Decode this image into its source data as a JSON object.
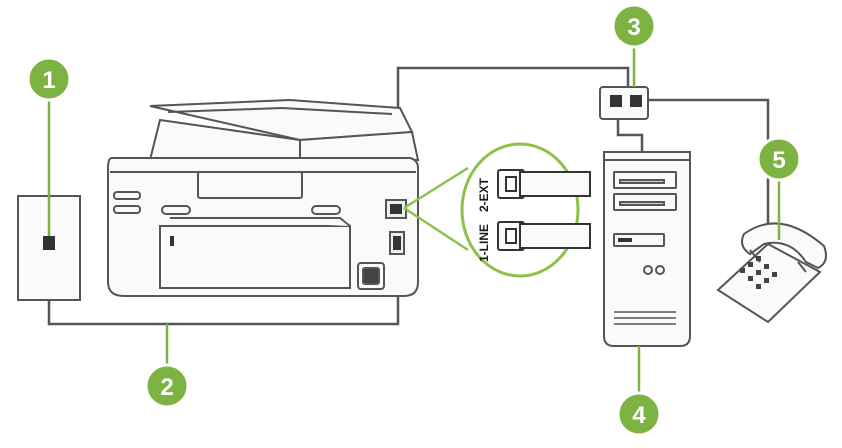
{
  "badges": {
    "b1": "1",
    "b2": "2",
    "b3": "3",
    "b4": "4",
    "b5": "5"
  },
  "ports": {
    "line": "1-LINE",
    "ext": "2-EXT"
  },
  "colors": {
    "badge_fill": "#7cb342",
    "badge_ring": "#ffffff",
    "outline": "#555555",
    "cable": "#555555",
    "callout": "#8bc34a",
    "device_fill": "#fafafa"
  },
  "icons": [
    "wall-jack-icon",
    "printer-icon",
    "splitter-icon",
    "computer-tower-icon",
    "telephone-icon",
    "rj11-plug-icon"
  ]
}
